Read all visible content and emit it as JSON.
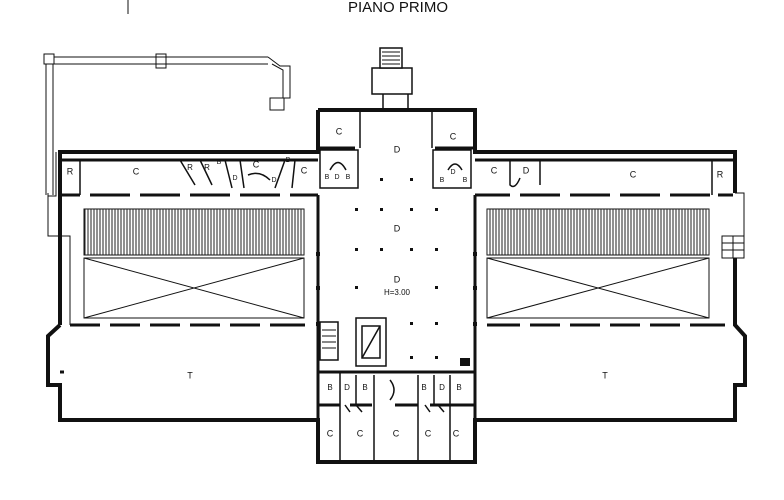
{
  "drawing": {
    "title": "PIANO PRIMO",
    "height_note": "H=3.00"
  },
  "rooms": {
    "c_top_left_block": "C",
    "d_top_center": "D",
    "c_top_right_block": "C",
    "c_left_wing": "C",
    "c_left_mid": "C",
    "c_left_near": "C",
    "r_left_end": "R",
    "r_left_a": "R",
    "r_left_b": "R",
    "b_left_1": "B",
    "b_left_2": "B",
    "d_left_1": "D",
    "d_left_2": "D",
    "b_center_l1": "B",
    "d_center_l": "D",
    "b_center_l2": "B",
    "b_center_r1": "B",
    "d_center_r": "D",
    "b_center_r2": "B",
    "c_right_1": "C",
    "d_right_1": "D",
    "c_right_wing": "C",
    "r_right_end": "R",
    "d_hall_mid": "D",
    "d_hall_low": "D",
    "t_left": "T",
    "t_right": "T",
    "b_bot_1": "B",
    "d_bot_1": "D",
    "b_bot_2": "B",
    "b_bot_3": "B",
    "d_bot_2": "D",
    "b_bot_4": "B",
    "c_bot_1": "C",
    "c_bot_2": "C",
    "c_bot_3": "C",
    "c_bot_4": "C",
    "c_bot_5": "C"
  }
}
